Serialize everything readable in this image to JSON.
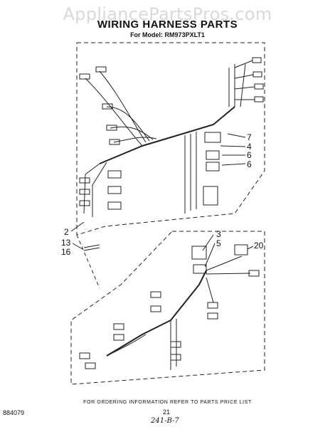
{
  "watermark": "AppliancePartsPros.com",
  "title": "WIRING HARNESS PARTS",
  "subtitle": "For Model: RM973PXLT1",
  "callouts": [
    "7",
    "4",
    "6",
    "6",
    "2",
    "13",
    "16",
    "3",
    "5",
    "20"
  ],
  "footer_note": "FOR ORDERING INFORMATION REFER TO PARTS PRICE LIST",
  "doc_number": "884079",
  "page_number": "21",
  "handwritten_code": "241-B-7"
}
